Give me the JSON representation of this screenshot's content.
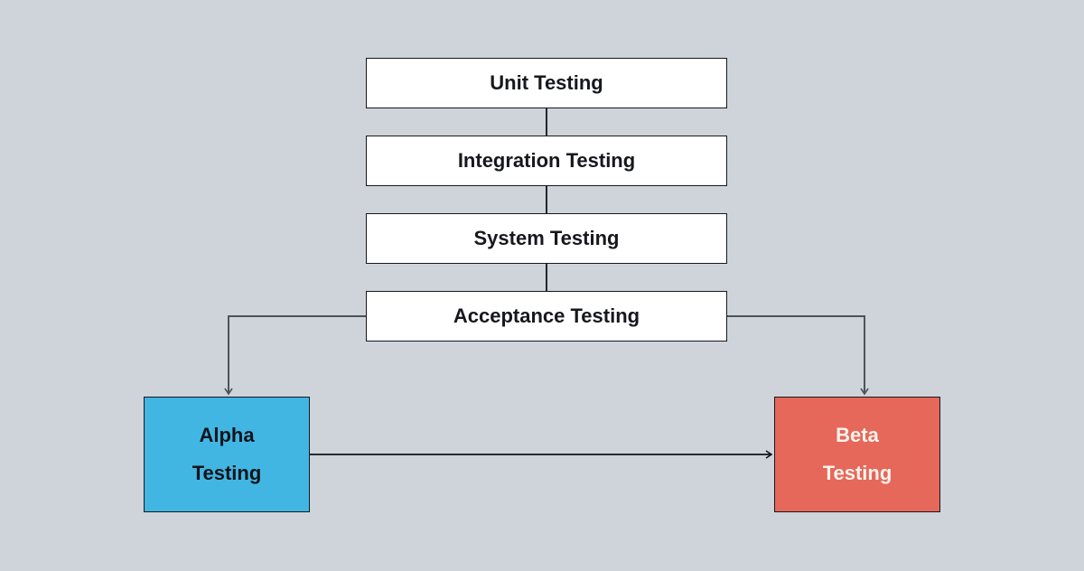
{
  "diagram": {
    "type": "flowchart",
    "description": "Software testing levels flow",
    "flow_boxes": [
      {
        "id": "unit",
        "label": "Unit Testing"
      },
      {
        "id": "integration",
        "label": "Integration Testing"
      },
      {
        "id": "system",
        "label": "System Testing"
      },
      {
        "id": "acceptance",
        "label": "Acceptance Testing"
      }
    ],
    "branch_boxes": [
      {
        "id": "alpha",
        "label_line1": "Alpha",
        "label_line2": "Testing",
        "fill": "#41b6e3",
        "text_color": "#10141a"
      },
      {
        "id": "beta",
        "label_line1": "Beta",
        "label_line2": "Testing",
        "fill": "#e5685a",
        "text_color": "#faf3ec"
      }
    ],
    "edges": [
      {
        "from": "Unit Testing",
        "to": "Integration Testing",
        "arrowhead": false
      },
      {
        "from": "Integration Testing",
        "to": "System Testing",
        "arrowhead": false
      },
      {
        "from": "System Testing",
        "to": "Acceptance Testing",
        "arrowhead": false
      },
      {
        "from": "Acceptance Testing",
        "to": "Alpha Testing",
        "arrowhead": true
      },
      {
        "from": "Acceptance Testing",
        "to": "Beta Testing",
        "arrowhead": true
      },
      {
        "from": "Alpha Testing",
        "to": "Beta Testing",
        "arrowhead": true
      }
    ],
    "colors": {
      "background": "#cfd4db",
      "flow_box_fill": "#ffffff",
      "box_border": "#16181c",
      "elbow_connector": "#4e5358",
      "straight_connector": "#111419"
    }
  }
}
